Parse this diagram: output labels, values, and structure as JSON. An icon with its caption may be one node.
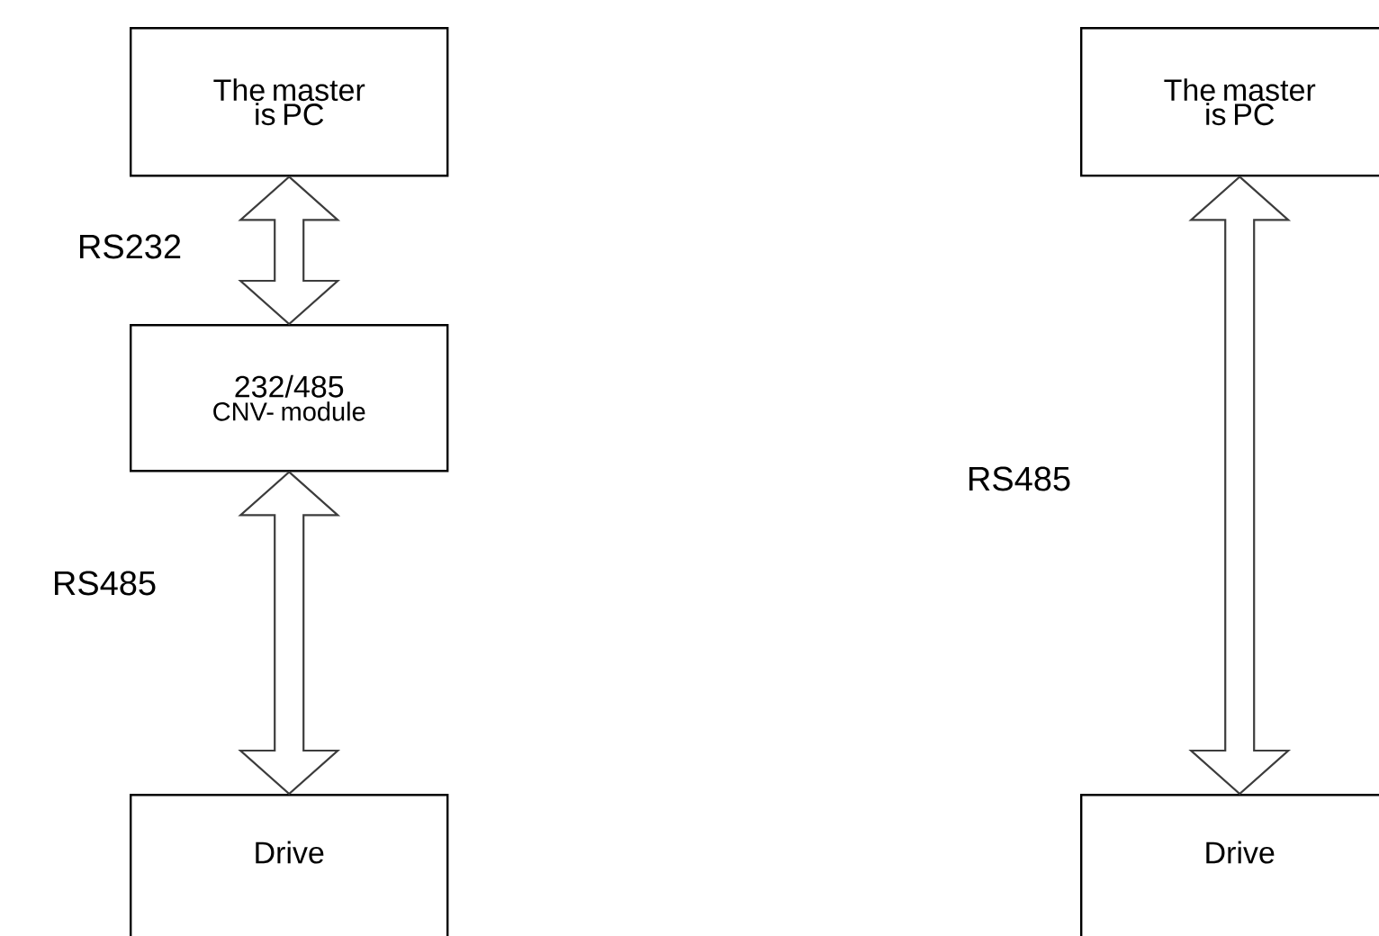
{
  "diagram": {
    "nodes": [
      {
        "text": [
          "The master is PC"
        ]
      },
      {
        "text": [
          "232/485",
          "CNV- module"
        ]
      },
      {
        "text": [
          "Drive"
        ]
      },
      {
        "text": [
          "The master is PC"
        ]
      },
      {
        "text": [
          "Drive"
        ]
      }
    ],
    "edges": [
      {
        "from": 0,
        "to": 1,
        "arrow": "both",
        "label": "RS232"
      },
      {
        "from": 1,
        "to": 2,
        "arrow": "both",
        "label": "RS485"
      },
      {
        "from": 3,
        "to": 4,
        "arrow": "both",
        "label": "RS485"
      }
    ]
  }
}
